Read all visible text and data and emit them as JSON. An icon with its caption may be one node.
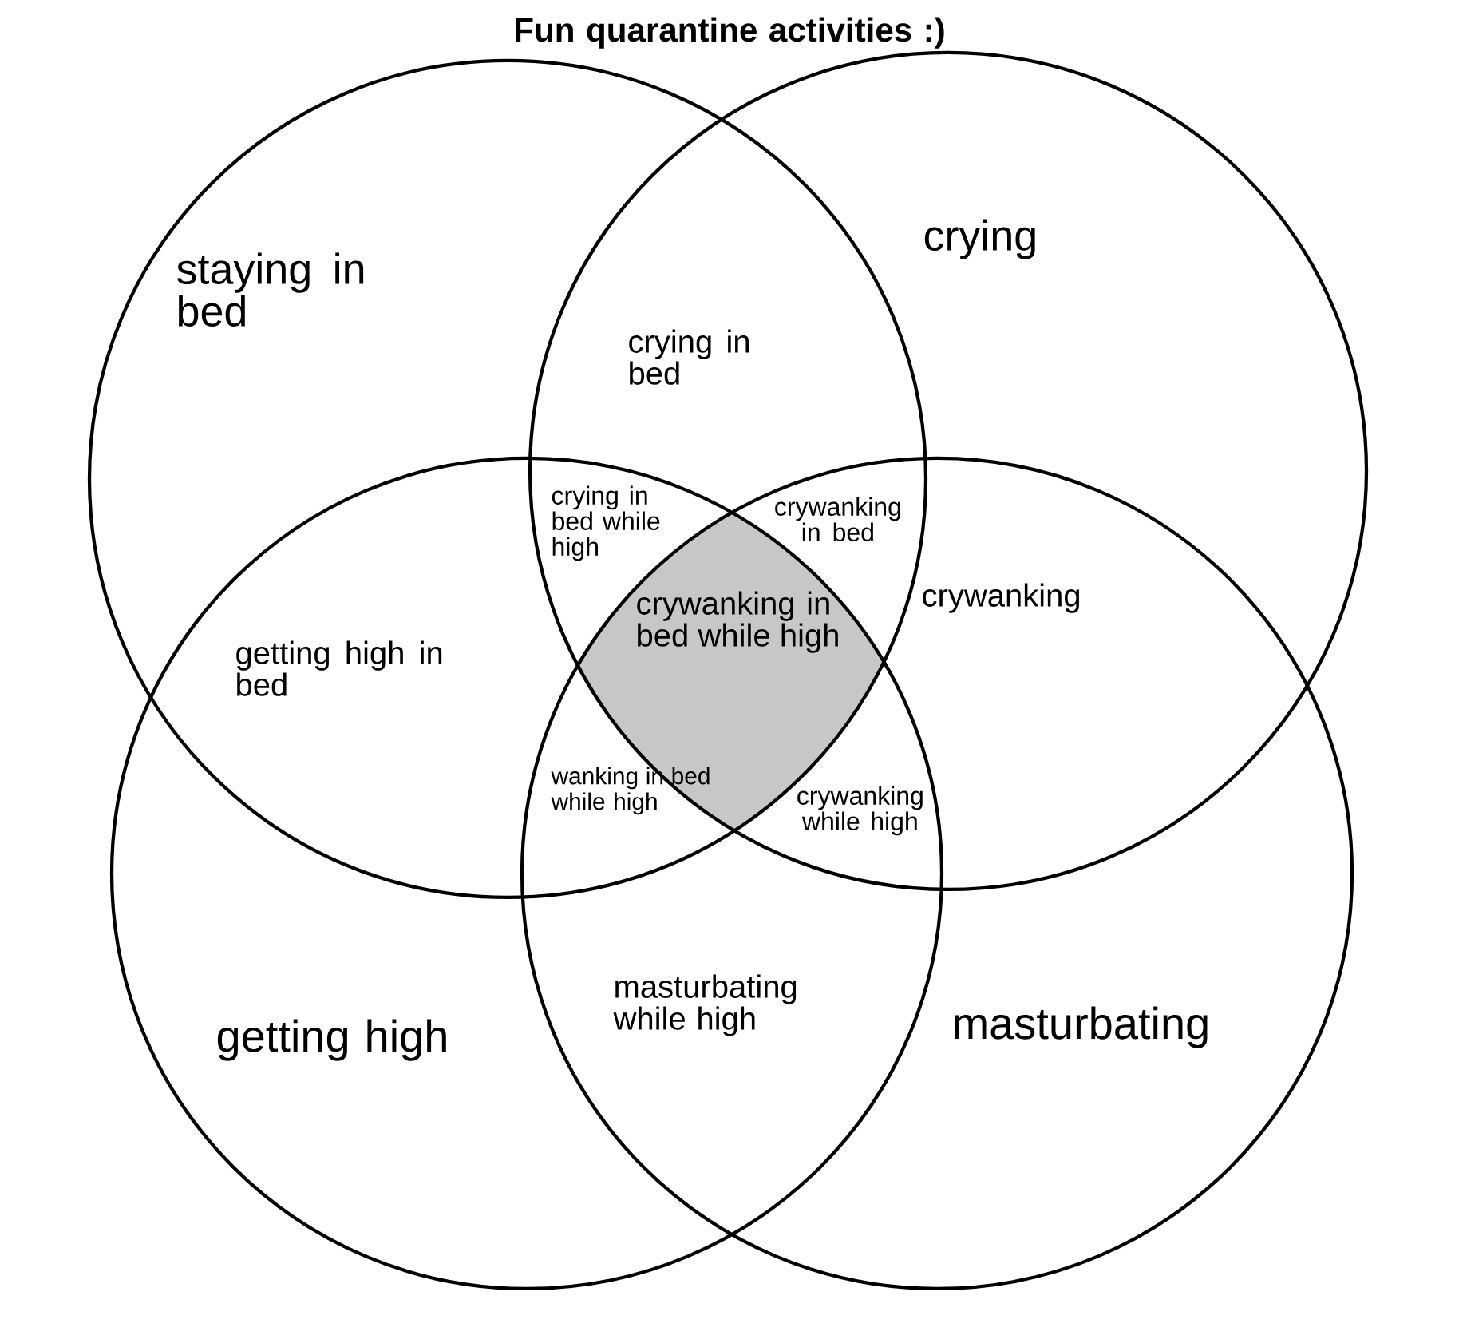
{
  "diagram": {
    "title": "Fun quarantine activities :)",
    "nodes": [
      {
        "text": [
          "staying in bed"
        ]
      },
      {
        "text": [
          "crying"
        ]
      },
      {
        "text": [
          "getting high"
        ]
      },
      {
        "text": [
          "masturbating"
        ]
      },
      {
        "text": [
          "crywanking in bed while high"
        ]
      }
    ],
    "labels": [
      "crying in bed",
      "crying in bed while high",
      "crywanking in bed",
      "crywanking",
      "getting high in bed",
      "wanking in bed while high",
      "crywanking while high",
      "masturbating while high"
    ]
  }
}
